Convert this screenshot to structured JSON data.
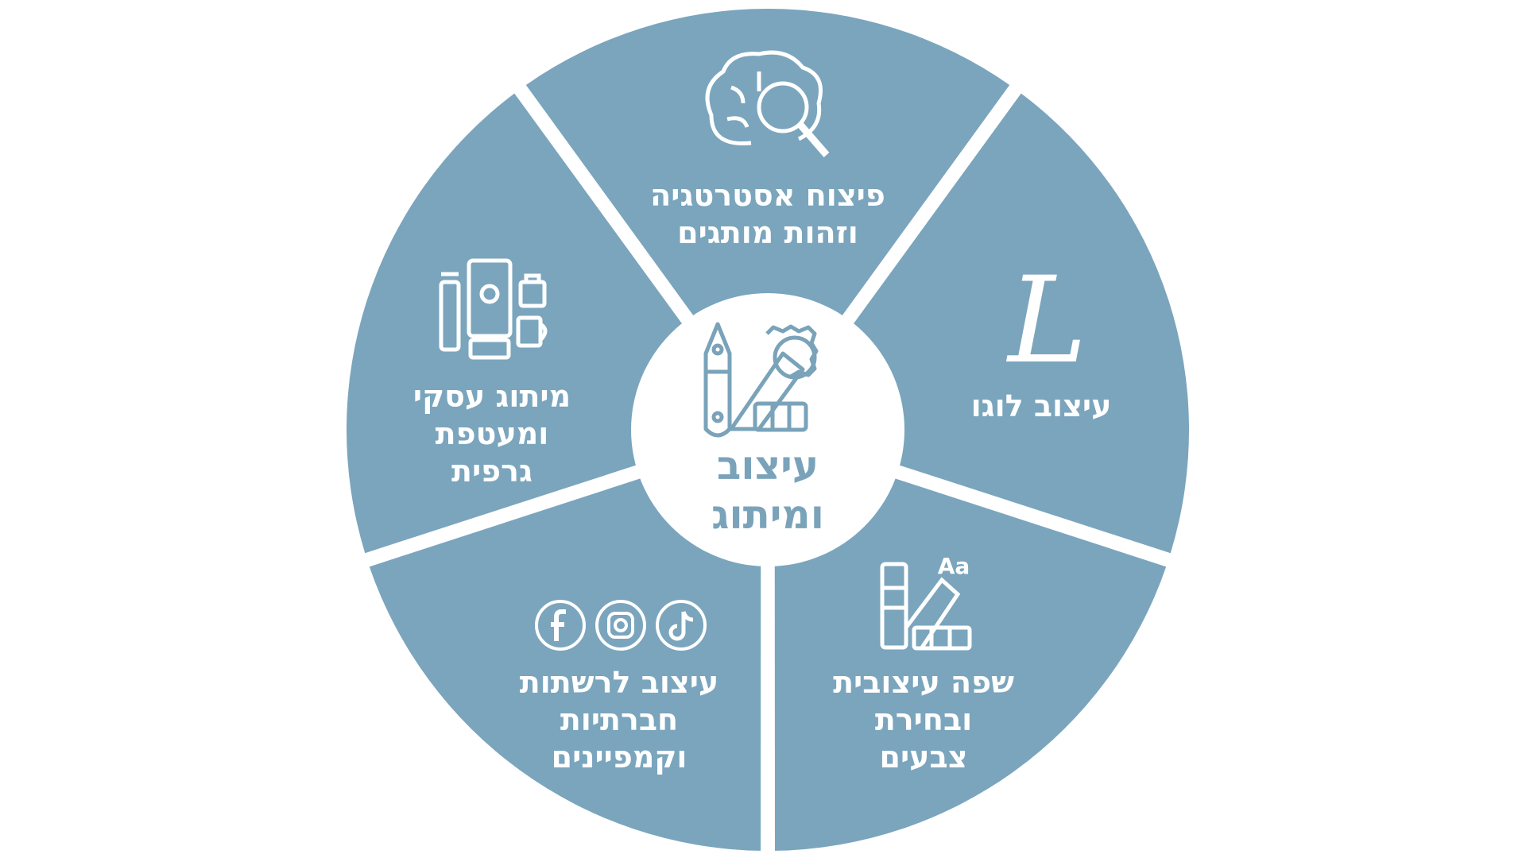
{
  "colors": {
    "segment": "#7aa5bd",
    "divider": "#ffffff",
    "text": "#ffffff",
    "center_text": "#7aa3ba"
  },
  "center": {
    "icon": "pen-swatch-gear-icon",
    "lines": [
      "עיצוב",
      "ומיתוג"
    ]
  },
  "segments": [
    {
      "id": "strategy",
      "icon": "brain-magnifier-icon",
      "lines": [
        "פיצוח אסטרטגיה",
        "וזהות מותגים"
      ]
    },
    {
      "id": "logo",
      "icon": "script-letter-l-icon",
      "icon_text": "L",
      "lines": [
        "עיצוב לוגו"
      ]
    },
    {
      "id": "visual-language",
      "icon": "color-swatch-icon",
      "icon_text": "Aa",
      "lines": [
        "שפה עיצובית",
        "ובחירת",
        "צבעים"
      ]
    },
    {
      "id": "social",
      "icon": "social-media-icons",
      "lines": [
        "עיצוב לרשתות",
        "חברתיות",
        "וקמפיינים"
      ]
    },
    {
      "id": "branding",
      "icon": "branded-merchandise-icon",
      "lines": [
        "מיתוג עסקי",
        "ומעטפת",
        "גרפית"
      ]
    }
  ]
}
